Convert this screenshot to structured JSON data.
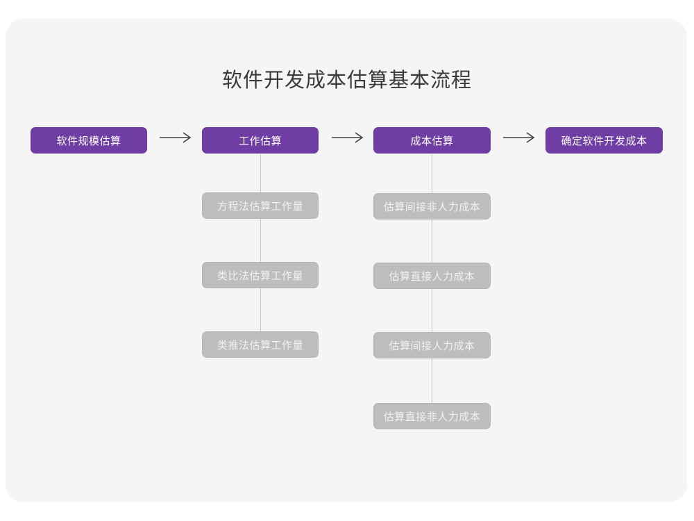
{
  "page": {
    "background_color": "#ffffff",
    "card_color": "#f5f5f5"
  },
  "chart_data": {
    "type": "diagram",
    "title": "软件开发成本估算基本流程",
    "colors": {
      "primary": "#6f3da4",
      "primary_text": "#ffffff",
      "secondary": "#bdbdbd",
      "secondary_text": "#f2f2f2",
      "connector": "#c9c9c9",
      "arrow": "#3f3f3f",
      "title_text": "#3a3a3a"
    },
    "flow": {
      "orientation": "left-to-right",
      "connector_symbol": "⟶",
      "stages": [
        {
          "id": "stage-1",
          "label": "软件规模估算",
          "children": []
        },
        {
          "id": "stage-2",
          "label": "工作估算",
          "children": [
            "方程法估算工作量",
            "类比法估算工作量",
            "类推法估算工作量"
          ]
        },
        {
          "id": "stage-3",
          "label": "成本估算",
          "children": [
            "估算间接非人力成本",
            "估算直接人力成本",
            "估算间接人力成本",
            "估算直接非人力成本"
          ]
        },
        {
          "id": "stage-4",
          "label": "确定软件开发成本",
          "children": []
        }
      ]
    }
  }
}
